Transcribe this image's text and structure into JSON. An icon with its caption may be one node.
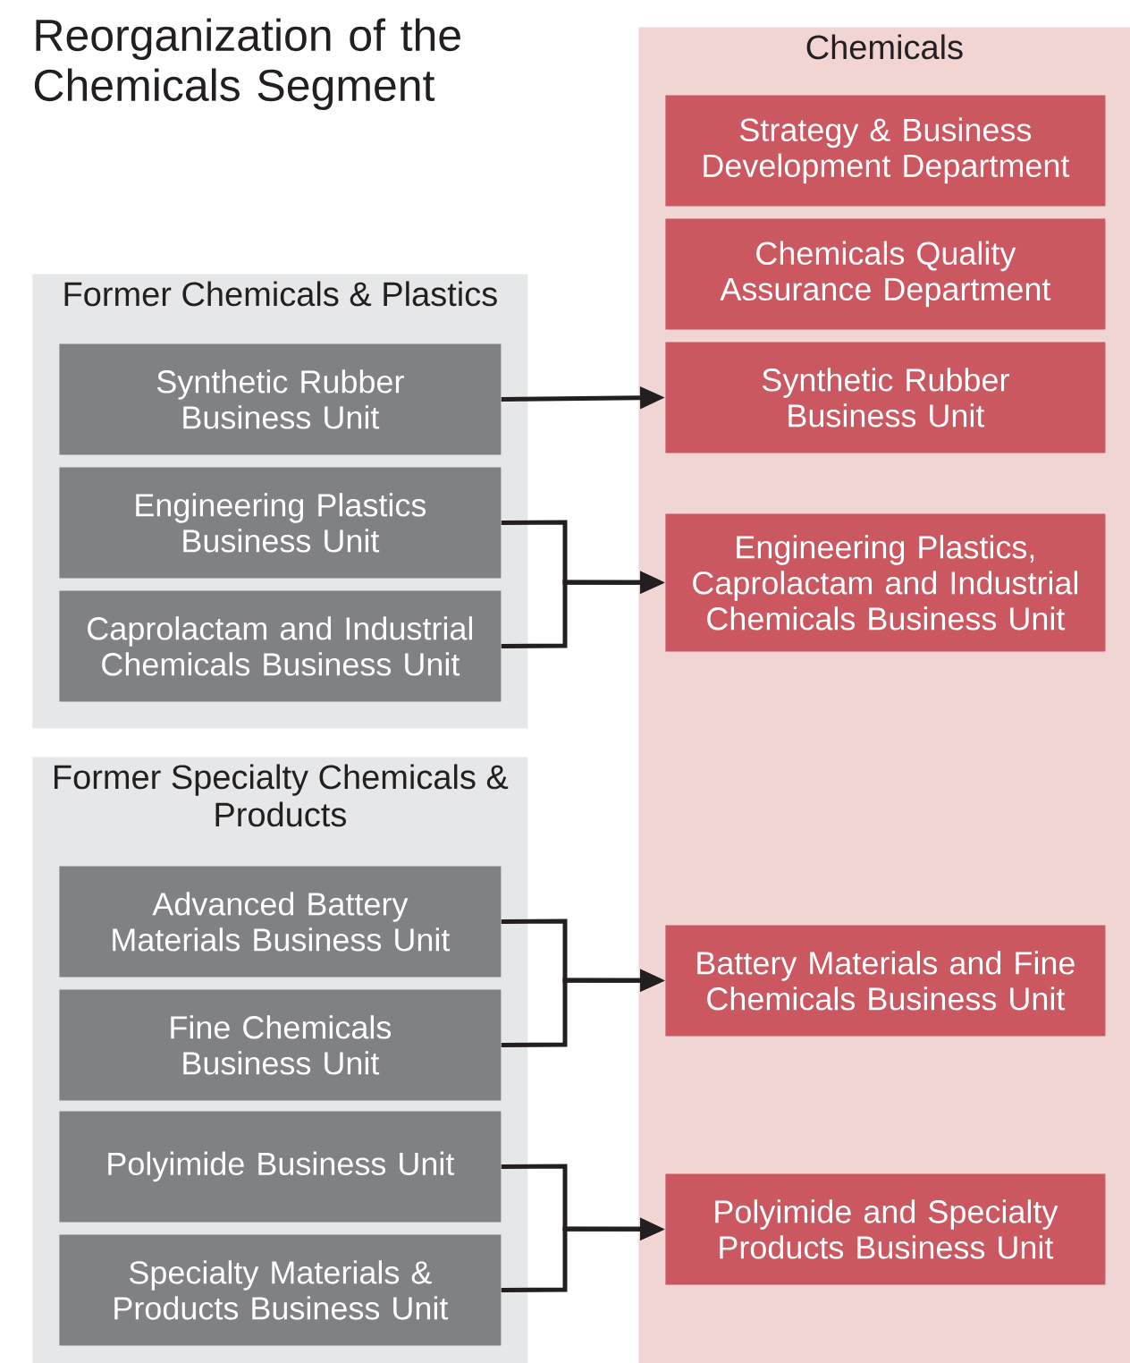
{
  "diagram": {
    "title": "Reorganization of the Chemicals Segment",
    "nodes": [
      {
        "text": [
          "Chemicals"
        ]
      },
      {
        "text": [
          "Strategy & Business Development Department"
        ],
        "in": 0
      },
      {
        "text": [
          "Chemicals Quality Assurance Department"
        ],
        "in": 0
      },
      {
        "text": [
          "Synthetic Rubber Business Unit"
        ],
        "in": 0
      },
      {
        "text": [
          "Engineering Plastics, Caprolactam and Industrial Chemicals Business Unit"
        ],
        "in": 0
      },
      {
        "text": [
          "Former Chemicals & Plastics"
        ]
      },
      {
        "text": [
          "Synthetic Rubber Business Unit"
        ],
        "in": 5
      },
      {
        "text": [
          "Engineering Plastics Business Unit"
        ],
        "in": 5
      },
      {
        "text": [
          "Caprolactam and Industrial Chemicals Business Unit"
        ],
        "in": 5
      },
      {
        "text": [
          "Former Specialty Chemicals & Products"
        ]
      },
      {
        "text": [
          "Advanced Battery Materials Business Unit"
        ],
        "in": 9
      },
      {
        "text": [
          "Fine Chemicals Business Unit"
        ],
        "in": 9
      },
      {
        "text": [
          "Polyimide Business Unit"
        ],
        "in": 9
      },
      {
        "text": [
          "Specialty Materials & Products Business Unit"
        ],
        "in": 9
      },
      {
        "text": [
          "Battery Materials and Fine Chemicals Business Unit"
        ],
        "in": 0
      },
      {
        "text": [
          "Polyimide and Specialty Products Business Unit"
        ],
        "in": 0
      }
    ],
    "edges": [
      {
        "from": 6,
        "to": 3,
        "arrow": "to"
      },
      {
        "from": 7,
        "to": 4,
        "arrow": "to"
      },
      {
        "from": 8,
        "to": 4,
        "arrow": "to"
      },
      {
        "from": 10,
        "to": 14,
        "arrow": "to"
      },
      {
        "from": 11,
        "to": 14,
        "arrow": "to"
      },
      {
        "from": 12,
        "to": 15,
        "arrow": "to"
      },
      {
        "from": 13,
        "to": 15,
        "arrow": "to"
      }
    ]
  }
}
